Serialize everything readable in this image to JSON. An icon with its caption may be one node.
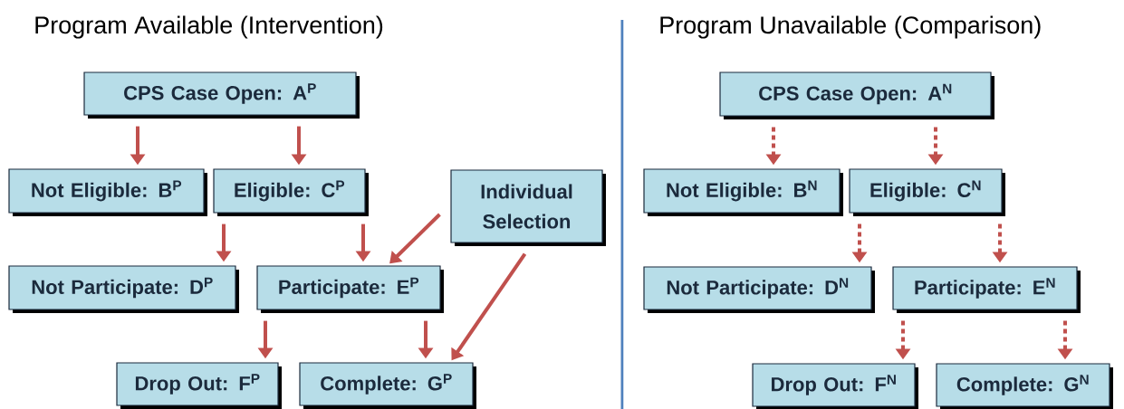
{
  "diagram": {
    "nodes": [
      {
        "text": [
          "CPS Case Open: A$^{P}$"
        ]
      },
      {
        "text": [
          "Not Eligible: B$^{P}$"
        ]
      },
      {
        "text": [
          "Eligible: C$^{P}$"
        ]
      },
      {
        "text": [
          "Individual Selection"
        ]
      },
      {
        "text": [
          "Not Participate: D$^{P}$"
        ]
      },
      {
        "text": [
          "Participate: E$^{P}$"
        ]
      },
      {
        "text": [
          "Drop Out: F$^{P}$"
        ]
      },
      {
        "text": [
          "Complete: G$^{P}$"
        ]
      },
      {
        "text": [
          "CPS Case Open: A$^{N}$"
        ]
      },
      {
        "text": [
          "Not Eligible: B$^{N}$"
        ]
      },
      {
        "text": [
          "Eligible: C$^{N}$"
        ]
      },
      {
        "text": [
          "Not Participate: D$^{N}$"
        ]
      },
      {
        "text": [
          "Participate: E$^{N}$"
        ]
      },
      {
        "text": [
          "Drop Out: F$^{N}$"
        ]
      },
      {
        "text": [
          "Complete: G$^{N}$"
        ]
      }
    ],
    "edges": [
      {
        "from": 0,
        "to": 1,
        "arrow": "to"
      },
      {
        "from": 0,
        "to": 2,
        "arrow": "to"
      },
      {
        "from": 2,
        "to": 4,
        "arrow": "to"
      },
      {
        "from": 2,
        "to": 5,
        "arrow": "to"
      },
      {
        "from": 3,
        "to": 5,
        "arrow": "to"
      },
      {
        "from": 5,
        "to": 6,
        "arrow": "to"
      },
      {
        "from": 5,
        "to": 7,
        "arrow": "to"
      },
      {
        "from": 3,
        "to": 7,
        "arrow": "to"
      },
      {
        "from": 8,
        "to": 9,
        "arrow": "to",
        "style": "dashed"
      },
      {
        "from": 8,
        "to": 10,
        "arrow": "to",
        "style": "dashed"
      },
      {
        "from": 10,
        "to": 11,
        "arrow": "to",
        "style": "dashed"
      },
      {
        "from": 10,
        "to": 12,
        "arrow": "to",
        "style": "dashed"
      },
      {
        "from": 12,
        "to": 13,
        "arrow": "to",
        "style": "dashed"
      },
      {
        "from": 12,
        "to": 14,
        "arrow": "to",
        "style": "dashed"
      }
    ],
    "labels": [
      "Program Available (Intervention)",
      "Program Unavailable (Comparison)"
    ]
  }
}
